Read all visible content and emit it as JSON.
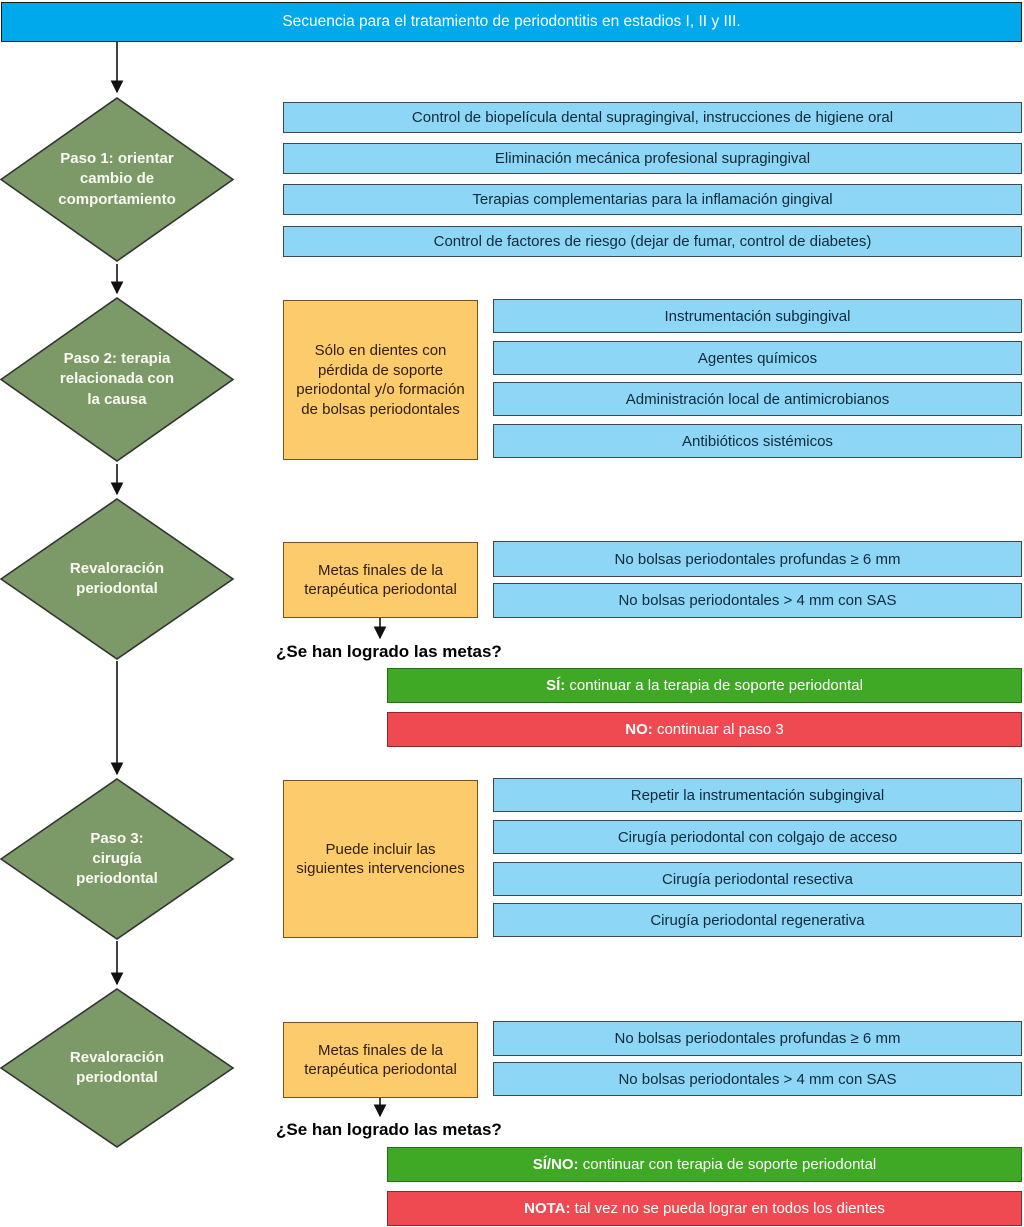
{
  "title": "Secuencia para el tratamiento de periodontitis en estadios I, II y III.",
  "colors": {
    "title_bar": "#00a8ec",
    "item_blue": "#8dd6f5",
    "diamond_green": "#7c9a68",
    "note_orange": "#fbcb6c",
    "yes_green": "#3fa824",
    "no_red": "#ef4a52"
  },
  "steps": [
    {
      "id": "paso-1",
      "diamond": "Paso 1: orientar\ncambio de\ncomportamiento",
      "items": [
        "Control de biopelícula dental supragingival, instrucciones de higiene oral",
        "Eliminación mecánica profesional supragingival",
        "Terapias complementarias para la inflamación gingival",
        "Control de factores de riesgo (dejar de fumar, control de diabetes)"
      ]
    },
    {
      "id": "paso-2",
      "diamond": "Paso 2: terapia\nrelacionada con\nla causa",
      "note": "Sólo en dientes con\npérdida de soporte\nperiodontal y/o formación\nde bolsas periodontales",
      "items": [
        "Instrumentación subgingival",
        "Agentes químicos",
        "Administración local de antimicrobianos",
        "Antibióticos sistémicos"
      ]
    },
    {
      "id": "revaloracion-1",
      "diamond": "Revaloración\nperiodontal",
      "note": "Metas finales de la\nterapéutica periodontal",
      "items": [
        "No bolsas periodontales profundas ≥ 6 mm",
        "No bolsas periodontales > 4 mm con SAS"
      ],
      "question": "¿Se han logrado las metas?",
      "yes_label": "SÍ:",
      "yes_text": " continuar a la terapia de soporte periodontal",
      "no_label": "NO:",
      "no_text": " continuar al paso 3"
    },
    {
      "id": "paso-3",
      "diamond": "Paso 3:\ncirugía\nperiodontal",
      "note": "Puede incluir las\nsiguientes intervenciones",
      "items": [
        "Repetir la instrumentación subgingival",
        "Cirugía periodontal con colgajo de acceso",
        "Cirugía periodontal resectiva",
        "Cirugía periodontal regenerativa"
      ]
    },
    {
      "id": "revaloracion-2",
      "diamond": "Revaloración\nperiodontal",
      "note": "Metas finales de la\nterapéutica periodontal",
      "items": [
        "No bolsas periodontales profundas ≥ 6 mm",
        "No bolsas periodontales > 4 mm con SAS"
      ],
      "question": "¿Se han logrado las metas?",
      "yes_label": "SÍ/NO:",
      "yes_text": " continuar con terapia de soporte periodontal",
      "no_label": "NOTA:",
      "no_text": " tal vez no se pueda lograr en todos los dientes"
    }
  ]
}
